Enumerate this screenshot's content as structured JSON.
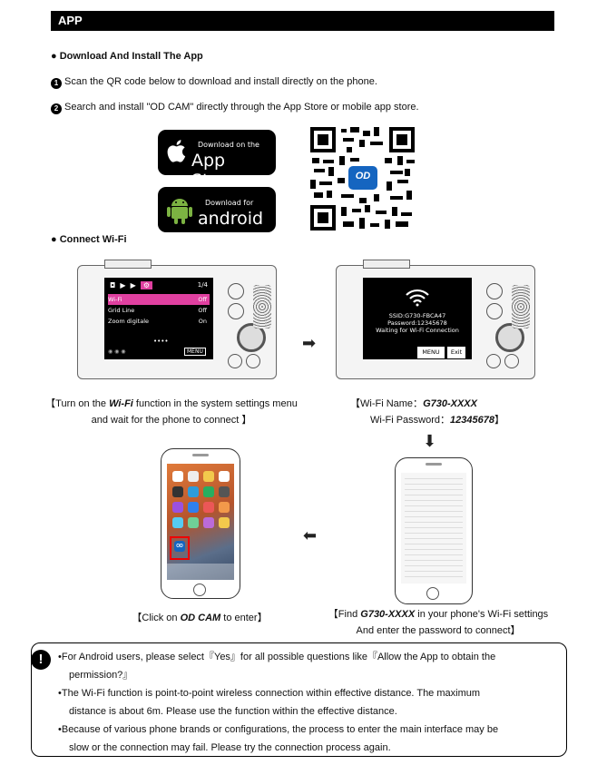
{
  "header": {
    "title": "APP"
  },
  "download": {
    "title": "Download And Install The App",
    "step1": "Scan the QR code below to download and install directly on the phone.",
    "step2": "Search and install \"OD CAM\" directly through the App Store or mobile app store.",
    "step1_num": "1",
    "step2_num": "2"
  },
  "badges": {
    "appstore_small": "Download on the",
    "appstore_big": "App Store",
    "android_small": "Download for",
    "android_big": "android"
  },
  "qr": {
    "logo_text": "OD"
  },
  "wifi": {
    "title": "Connect Wi-Fi"
  },
  "camera_menu": {
    "page": "1/4",
    "rows": [
      {
        "label": "Wi-Fi",
        "value": "Off"
      },
      {
        "label": "Grid Line",
        "value": "Off"
      },
      {
        "label": "Zoom digitale",
        "value": "On"
      }
    ],
    "footer_menu": "MENU"
  },
  "camera_wifi": {
    "ssid": "SSID:G730-FBCA47",
    "password": "Password:12345678",
    "waiting": "Waiting for Wi-Fi Connection",
    "menu_btn": "MENU",
    "exit_btn": "Exit"
  },
  "captions": {
    "left_a": "【Turn on the ",
    "left_bold": "Wi-Fi",
    "left_b": " function in the system settings menu",
    "left_c": "and wait for the phone to connect 】",
    "right_a": "【Wi-Fi Name：",
    "right_name": "G730-XXXX",
    "right_b": "Wi-Fi Password：",
    "right_pwd": "12345678",
    "right_end": "】",
    "bottom_left_a": "【Click on ",
    "bottom_left_bold": "OD CAM",
    "bottom_left_b": " to enter】",
    "bottom_right_a": "【Find ",
    "bottom_right_bold": "G730-XXXX",
    "bottom_right_b": " in your phone's Wi-Fi settings",
    "bottom_right_c": "And enter the password to connect】"
  },
  "phone_app": {
    "od_label": "OD"
  },
  "notes": {
    "n1a": "•For Android users, please select『Yes』for all possible questions like『Allow the App to obtain the",
    "n1b": "permission?』",
    "n2a": "•The Wi-Fi function is point-to-point wireless connection within effective distance. The maximum",
    "n2b": "distance is about 6m. Please use the function within the effective distance.",
    "n3a": "•Because of various phone brands or configurations, the process to enter the main interface may be",
    "n3b": "slow or the connection may fail. Please try the connection process again."
  }
}
